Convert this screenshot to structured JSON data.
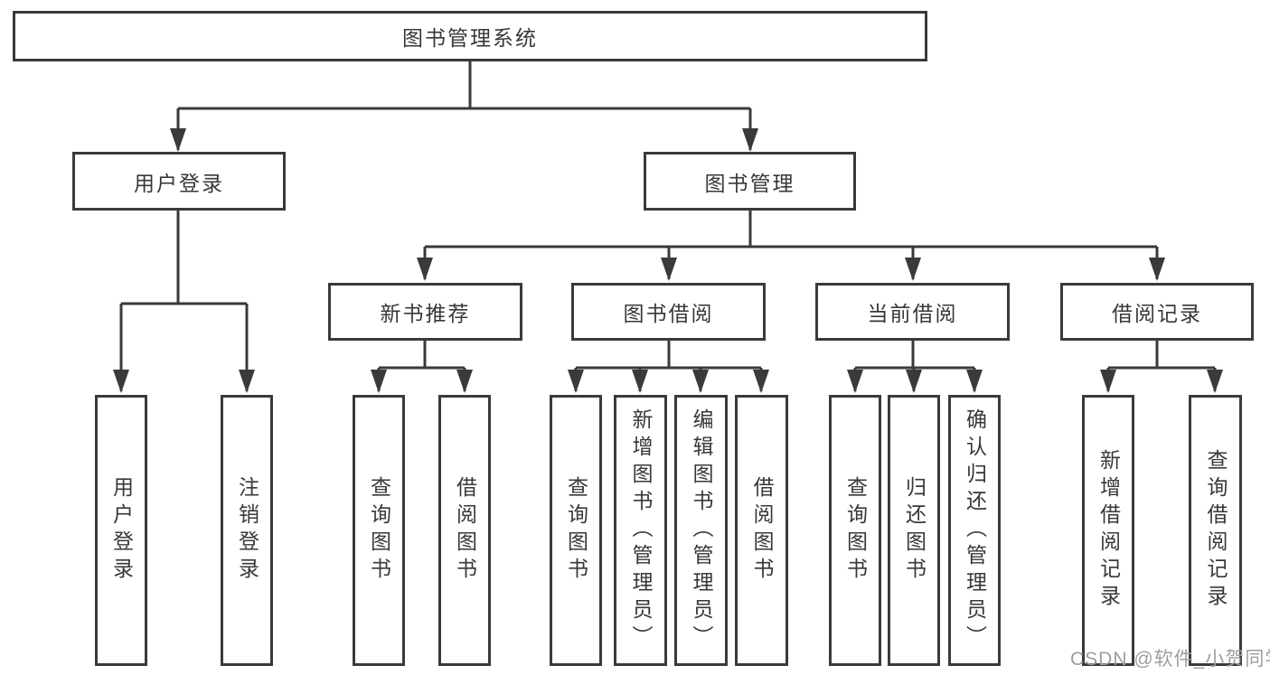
{
  "nodes": {
    "root": {
      "label": "图书管理系统"
    },
    "user_login": {
      "label": "用户登录"
    },
    "book_mgmt": {
      "label": "图书管理"
    },
    "new_book_rec": {
      "label": "新书推荐"
    },
    "book_borrow": {
      "label": "图书借阅"
    },
    "current_borrow": {
      "label": "当前借阅"
    },
    "borrow_records": {
      "label": "借阅记录"
    },
    "leaves": {
      "user_login": "用户登录",
      "logout": "注销登录",
      "rec_query_book": "查询图书",
      "rec_borrow_book": "借阅图书",
      "bor_query_book": "查询图书",
      "bor_add_book": "新增图书（管理员）",
      "bor_edit_book": "编辑图书（管理员）",
      "bor_borrow_book": "借阅图书",
      "cur_query_book": "查询图书",
      "cur_return_book": "归还图书",
      "cur_confirm_return": "确认归还（管理员）",
      "rec2_add_record": "新增借阅记录",
      "rec2_query_record": "查询借阅记录"
    }
  },
  "watermark": {
    "text": "CSDN @软件_小贺同学"
  },
  "colors": {
    "line": "#3a3a3a",
    "box_border": "#3a3a3a",
    "box_background": "#ffffff",
    "text": "#383838",
    "watermark": "#9e9e9e",
    "background": "#ffffff"
  }
}
